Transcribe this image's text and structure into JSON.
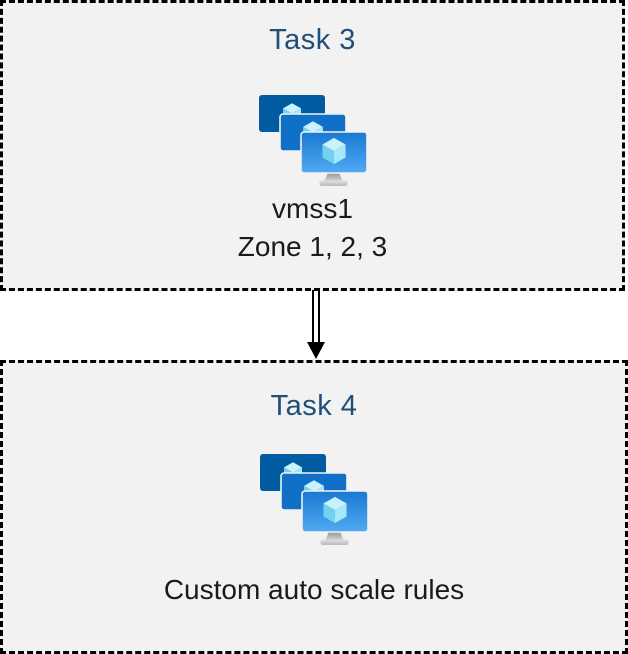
{
  "colors": {
    "box_background": "#F2F2F2",
    "box_border": "#000000",
    "title_blue": "#1F4E79",
    "body_text": "#1A1A1A",
    "monitor_back": "#005BA1",
    "monitor_middle": "#1070C8",
    "monitor_front_top": "#1878D2",
    "monitor_front_bottom": "#51AAF2",
    "cube_top": "#C9F2FD",
    "cube_left": "#73D1F0",
    "cube_right": "#A8E6F9"
  },
  "nodes": [
    {
      "title": "Task 3",
      "icon": "vm-scale-sets-icon",
      "lines": [
        "vmss1",
        "Zone 1, 2, 3"
      ]
    },
    {
      "title": "Task 4",
      "icon": "vm-scale-sets-icon",
      "lines": [
        "Custom auto scale rules"
      ]
    }
  ],
  "connector": {
    "type": "double-line-arrow",
    "direction": "down",
    "from": "Task 3",
    "to": "Task 4"
  }
}
